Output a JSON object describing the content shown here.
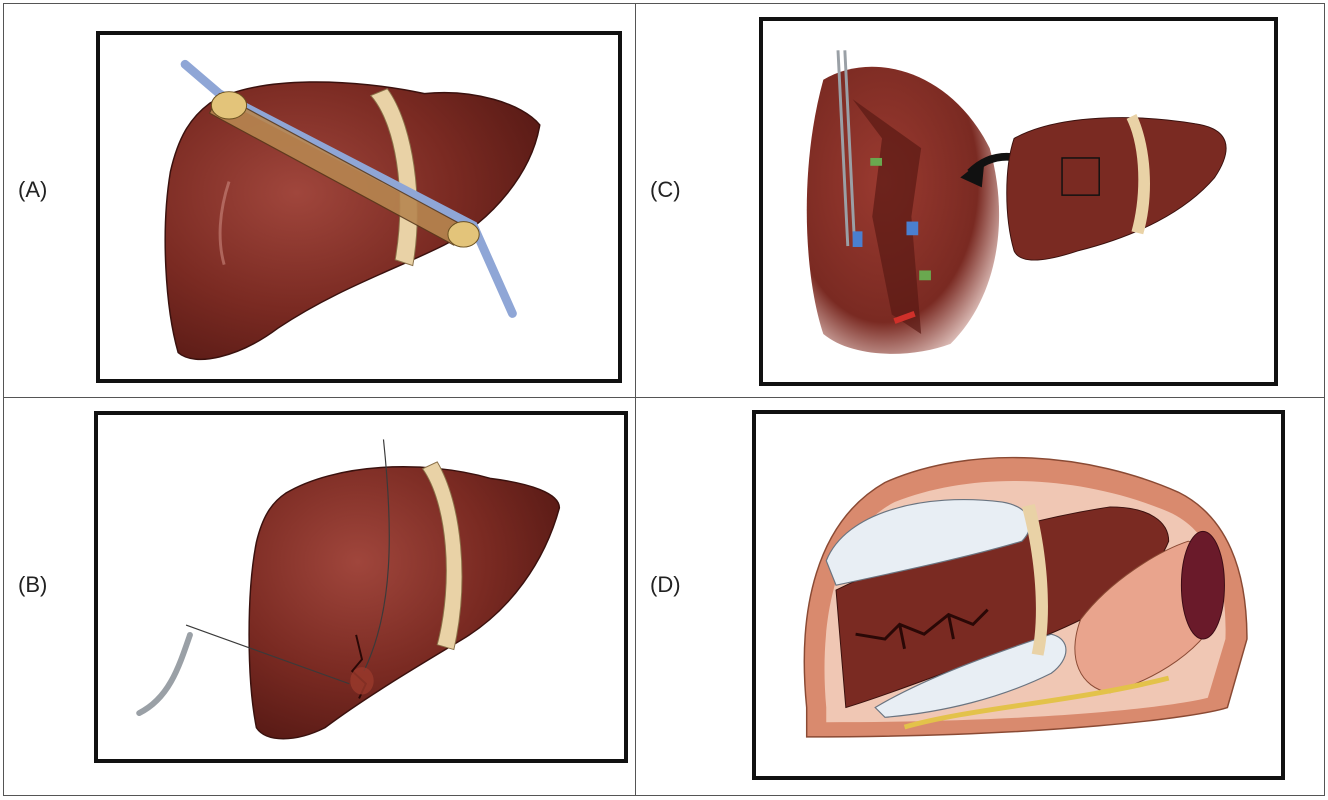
{
  "figure": {
    "panels": [
      {
        "id": "A",
        "label": "(A)"
      },
      {
        "id": "B",
        "label": "(B)"
      },
      {
        "id": "C",
        "label": "(C)"
      },
      {
        "id": "D",
        "label": "(D)"
      }
    ],
    "colors": {
      "liver": "#7a2a22",
      "liver_highlight": "#a0463c",
      "ligament": "#e9d2a6",
      "tube": "#8fa6d6",
      "packing": "#e8eef4",
      "abdominal_wall": "#d98a6e",
      "frame": "#111111",
      "grid": "#555555"
    }
  }
}
